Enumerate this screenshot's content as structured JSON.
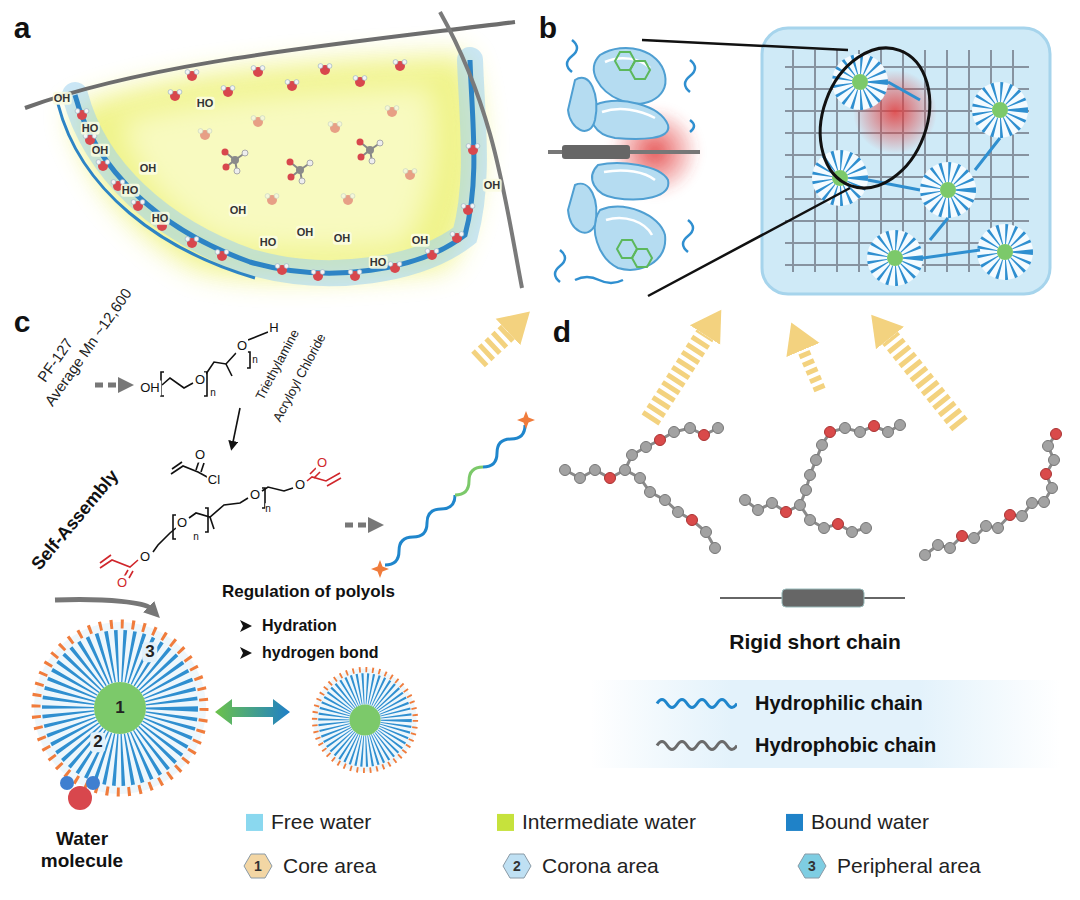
{
  "diagram": {
    "labels": [
      "a",
      "b",
      "c",
      "d",
      "OH",
      "HO",
      "HO",
      "OH",
      "OH",
      "HO",
      "OH",
      "HO",
      "OH",
      "HO",
      "OH",
      "OH",
      "HO",
      "OH",
      "PF-127",
      "Average Mn ~12,600",
      "Triethylamine",
      "Acryloyl Chloride",
      "OH",
      "O",
      "n",
      "O",
      "n",
      "H",
      "O",
      "Cl",
      "O",
      "O",
      "O",
      "n",
      "O",
      "n",
      "O",
      "O",
      "Self-Assembly",
      "Regulation of polyols",
      "Hydration",
      "hydrogen bond",
      "1",
      "2",
      "3",
      "Water molecule",
      "Rigid short chain",
      "1",
      "2",
      "3"
    ],
    "legend": [
      {
        "text": "Hydrophilic chain"
      },
      {
        "text": "Hydrophobic chain"
      },
      {
        "text": "Free water",
        "color": "#8ad8ef"
      },
      {
        "text": "Intermediate water",
        "color": "#c6e23c"
      },
      {
        "text": "Bound water",
        "color": "#1f82c8"
      },
      {
        "text": "Core area",
        "color": "#f3d6a4"
      },
      {
        "text": "Corona area",
        "color": "#bfe0f3"
      },
      {
        "text": "Peripheral area",
        "color": "#7ecde2"
      }
    ]
  }
}
